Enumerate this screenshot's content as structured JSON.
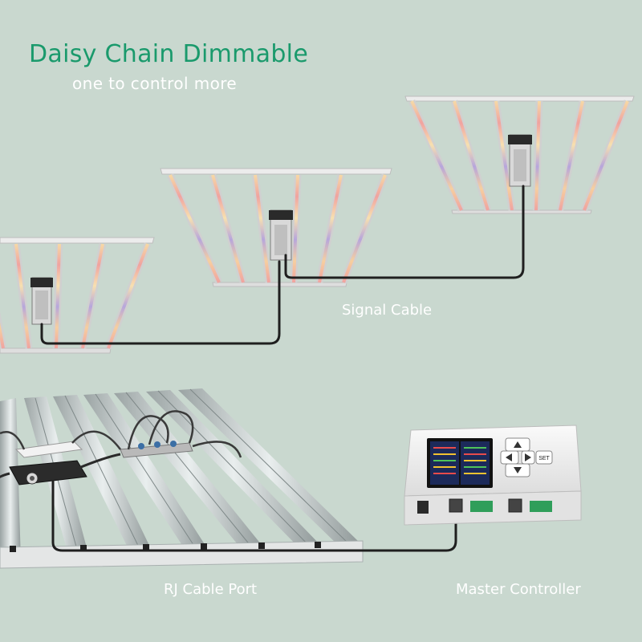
{
  "header": {
    "title": "Daisy Chain Dimmable",
    "subtitle": "one to control more"
  },
  "labels": {
    "signal_cable": "Signal Cable",
    "rj_cable_port": "RJ Cable Port",
    "master_controller": "Master Controller"
  },
  "controller": {
    "set_key": "SET"
  },
  "colors": {
    "background": "#c9d8cf",
    "title": "#1a9a6c",
    "label": "#ffffff",
    "cable": "#1f1f1f",
    "frame": "#e6e6e6"
  }
}
